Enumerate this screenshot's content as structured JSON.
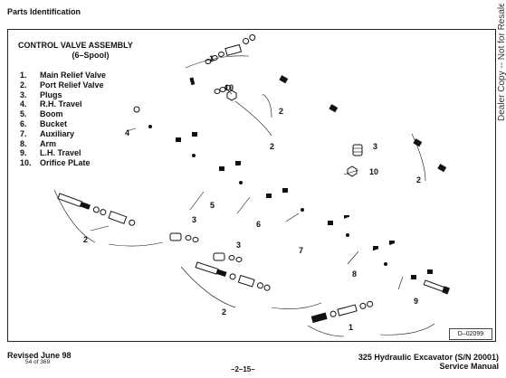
{
  "header": {
    "section_title": "Parts Identification",
    "watermark": "Dealer Copy -- Not for Resale"
  },
  "figure": {
    "title": "CONTROL VALVE ASSEMBLY",
    "subtitle": "(6–Spool)",
    "legend": [
      {
        "num": "1.",
        "label": "Main Relief Valve"
      },
      {
        "num": "2.",
        "label": "Port Relief Valve"
      },
      {
        "num": "3.",
        "label": "Plugs"
      },
      {
        "num": "4.",
        "label": "R.H. Travel"
      },
      {
        "num": "5.",
        "label": "Boom"
      },
      {
        "num": "6.",
        "label": "Bucket"
      },
      {
        "num": "7.",
        "label": "Auxiliary"
      },
      {
        "num": "8.",
        "label": "Arm"
      },
      {
        "num": "9.",
        "label": "L.H. Travel"
      },
      {
        "num": "10.",
        "label": "Orifice PLate"
      }
    ],
    "callouts": [
      "1",
      "10",
      "2",
      "2",
      "4",
      "5",
      "3",
      "10",
      "2",
      "6",
      "2",
      "3",
      "7",
      "3",
      "8",
      "2",
      "9",
      "1"
    ],
    "figure_id": "D–02099"
  },
  "footer": {
    "revised": "Revised June 98",
    "page_count": "54 of 369",
    "page_number": "–2–15–",
    "manual_line1": "325 Hydraulic Excavator (S/N 20001)",
    "manual_line2": "Service Manual"
  }
}
